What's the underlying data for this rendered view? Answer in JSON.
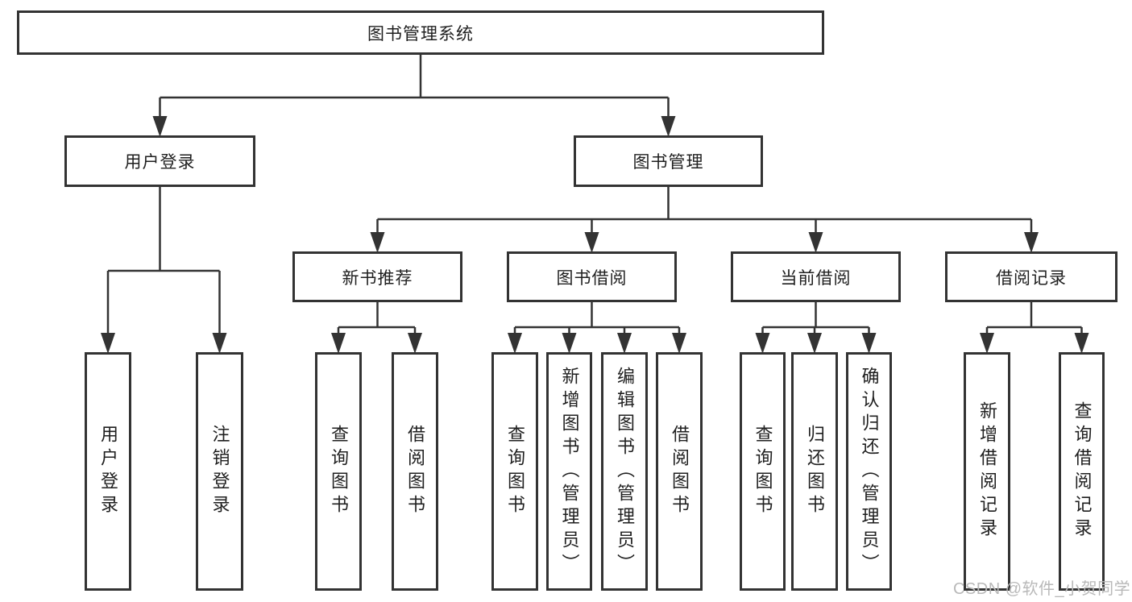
{
  "diagram": {
    "root": "图书管理系统",
    "level2": [
      "用户登录",
      "图书管理"
    ],
    "level3": [
      "新书推荐",
      "图书借阅",
      "当前借阅",
      "借阅记录"
    ],
    "leaves": [
      "用户登录",
      "注销登录",
      "查询图书",
      "借阅图书",
      "查询图书",
      "新增图书（管理员）",
      "编辑图书（管理员）",
      "借阅图书",
      "查询图书",
      "归还图书",
      "确认归还（管理员）",
      "新增借阅记录",
      "查询借阅记录"
    ]
  },
  "watermark": {
    "text": "CSDN @软件_小贺同学"
  },
  "colors": {
    "line": "#333333",
    "box_border": "#333333",
    "box_fill": "#ffffff",
    "text": "#1f1f1f",
    "watermark": "#b9b9b9"
  }
}
